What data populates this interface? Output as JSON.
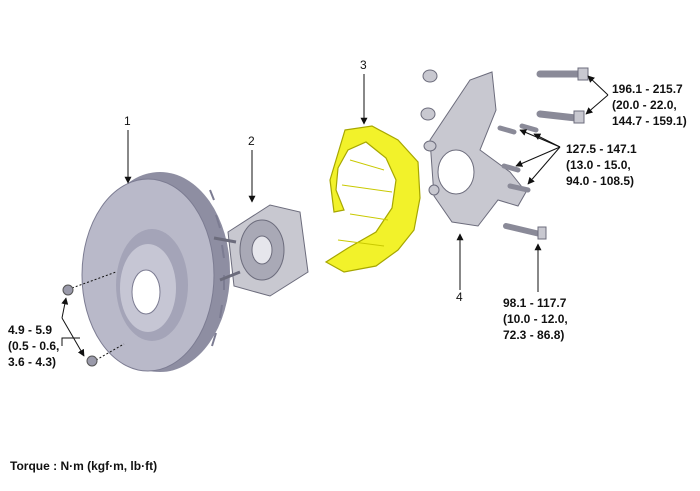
{
  "callouts": {
    "c1": "1",
    "c2": "2",
    "c3": "3",
    "c4": "4"
  },
  "torques": {
    "t1": [
      "196.1 - 215.7",
      "(20.0 - 22.0,",
      "144.7 - 159.1)"
    ],
    "t2": [
      "127.5 - 147.1",
      "(13.0 - 15.0,",
      "94.0 - 108.5)"
    ],
    "t3": [
      "98.1 - 117.7",
      "(10.0 - 12.0,",
      "72.3 - 86.8)"
    ],
    "t4": [
      "4.9 - 5.9",
      "(0.5 - 0.6,",
      "3.6 - 4.3)"
    ]
  },
  "footer": "Torque : N·m (kgf·m, lb·ft)",
  "colors": {
    "disc": "#b9b9c9",
    "disc_dark": "#8e8ea2",
    "shield": "#f2f22a",
    "parts": "#c8c8d0",
    "line": "#111111"
  }
}
